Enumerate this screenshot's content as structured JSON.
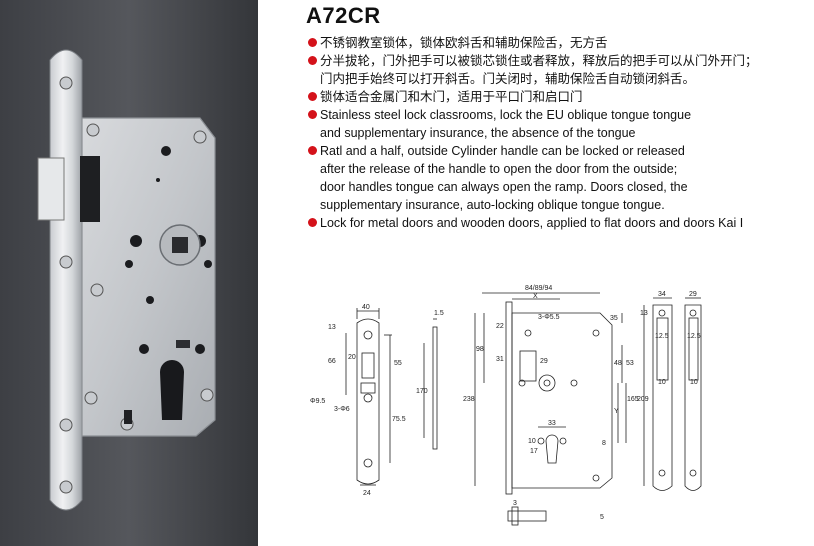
{
  "product": {
    "model": "A72CR"
  },
  "features": [
    {
      "lines": [
        "不锈钢教室锁体，锁体欧斜舌和辅助保险舌，无方舌"
      ]
    },
    {
      "lines": [
        "分半拔轮，门外把手可以被锁芯锁住或者释放，释放后的把手可以从门外开门；",
        "门内把手始终可以打开斜舌。门关闭时，辅助保险舌自动锁闭斜舌。"
      ]
    },
    {
      "lines": [
        "锁体适合金属门和木门，适用于平口门和启口门"
      ]
    },
    {
      "lines": [
        "Stainless steel lock classrooms, lock the EU oblique tongue tongue",
        "and supplementary insurance, the absence of the tongue"
      ]
    },
    {
      "lines": [
        "Ratl and a half, outside Cylinder handle can be locked or released",
        "after the release of the handle to open the door from the outside;",
        "door handles tongue can always open the ramp. Doors closed, the",
        "supplementary insurance, auto-locking oblique tongue tongue."
      ]
    },
    {
      "lines": [
        "Lock for metal doors and wooden doors, applied to flat doors and doors Kai I"
      ]
    }
  ],
  "drawing_labels": {
    "front_width": "40",
    "front_top": "13",
    "front_mid": "66",
    "front_hole": "20",
    "front_sp": "55",
    "front_low": "75.5",
    "front_bottom": "24",
    "front_dia": "Φ9.5",
    "front_dia2": "3-Φ6",
    "side_thk": "1.5",
    "side_len": "170",
    "body_w": "84/89/94",
    "body_x": "X",
    "body_holes": "3-Φ5.5",
    "body_35": "35",
    "body_22": "22",
    "body_29": "29",
    "body_31": "31",
    "body_98": "98",
    "body_48": "48",
    "body_53": "53",
    "body_165": "165",
    "body_y": "Y",
    "body_238": "238",
    "body_33": "33",
    "body_10": "10",
    "body_8": "8",
    "body_17": "17",
    "plate_34": "34",
    "plate_29": "29",
    "plate_13": "13",
    "plate_125a": "12.5",
    "plate_125b": "12.5",
    "plate_10a": "10",
    "plate_10b": "10",
    "plate_209": "209",
    "bolt_3": "3",
    "bolt_5": "5"
  },
  "colors": {
    "bullet": "#d4121a",
    "text": "#111111",
    "drawing": "#222222"
  }
}
